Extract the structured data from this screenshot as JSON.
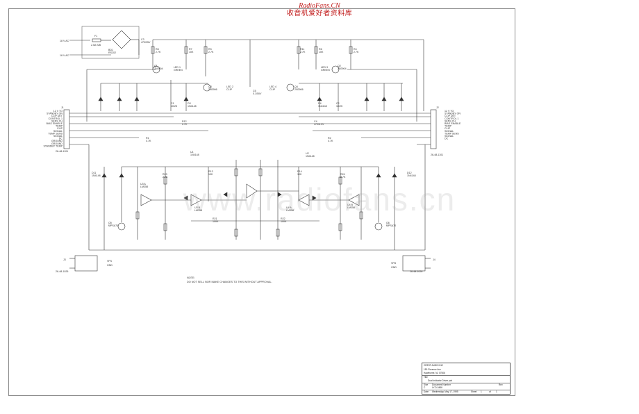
{
  "header": {
    "brand": "RadioFans.CN",
    "brand_cn": "收音机爱好者资料库"
  },
  "watermark": "www.radiofans.cn",
  "power_inputs": {
    "in1": "18 V AC",
    "in2": "18 V AC",
    "fuse": "F1",
    "fuse_value": "2.5A S/B",
    "bridge": "BD1",
    "bridge_part": "RS202",
    "cap": "C3",
    "cap_value": "470/35V"
  },
  "components": [
    {
      "ref": "R8",
      "val": "2.7K"
    },
    {
      "ref": "R7",
      "val": "10K"
    },
    {
      "ref": "R3",
      "val": "2.7K"
    },
    {
      "ref": "Q1",
      "val": "2N3904"
    },
    {
      "ref": "LED 1",
      "val": "GREEN"
    },
    {
      "ref": "Q3",
      "val": "2N3906"
    },
    {
      "ref": "LED 2",
      "val": "CLIP"
    },
    {
      "ref": "C1",
      "val": "10/25"
    },
    {
      "ref": "D3",
      "val": "1N4148"
    },
    {
      "ref": "C5",
      "val": "0.1/50V"
    },
    {
      "ref": "R11",
      "val": "2.7K"
    },
    {
      "ref": "R6",
      "val": "10K"
    },
    {
      "ref": "R4",
      "val": "2.7K"
    },
    {
      "ref": "Q2",
      "val": "2N3904"
    },
    {
      "ref": "LED 3",
      "val": "GREEN"
    },
    {
      "ref": "Q4",
      "val": "2N3906"
    },
    {
      "ref": "LED 4",
      "val": "CLIP"
    },
    {
      "ref": "C2",
      "val": "10/25"
    },
    {
      "ref": "D4",
      "val": "1N4148"
    },
    {
      "ref": "R1",
      "val": "4.7K"
    },
    {
      "ref": "R2",
      "val": "4.7K"
    },
    {
      "ref": "R12",
      "val": "2.7K"
    },
    {
      "ref": "C4",
      "val": "470/6.3V"
    },
    {
      "ref": "U1",
      "val": "1N4148"
    },
    {
      "ref": "U2",
      "val": "1N4148"
    },
    {
      "ref": "R13",
      "val": "10K"
    },
    {
      "ref": "R14",
      "val": "10K"
    },
    {
      "ref": "U3 A",
      "val": "LM358"
    },
    {
      "ref": "U3 B",
      "val": "LM358"
    },
    {
      "ref": "U4 A",
      "val": "LM358"
    },
    {
      "ref": "U4 B",
      "val": "LM358"
    },
    {
      "ref": "Q5",
      "val": "MPSA70"
    },
    {
      "ref": "Q6",
      "val": "MPSA70"
    },
    {
      "ref": "R21",
      "val": "100K"
    },
    {
      "ref": "R22",
      "val": "100K"
    },
    {
      "ref": "R23",
      "val": "2.7K"
    },
    {
      "ref": "R24",
      "val": "2.7K"
    },
    {
      "ref": "D11",
      "val": "1N4148"
    },
    {
      "ref": "D12",
      "val": "1N4148"
    }
  ],
  "connectors": {
    "j1": {
      "ref": "J1",
      "part": "26-48-1101",
      "pins": [
        "12 V TO",
        "STANDBY ON",
        "CLIP DET",
        "CONTROL 1",
        "SENS CH",
        "BIAS ENABLE",
        "TEMP",
        "CLIP",
        "SIGNAL",
        "TEMP SENS",
        "SIGNAL",
        "DC",
        "GROUND",
        "GROUND",
        "STANDBY TEMP"
      ]
    },
    "j2": {
      "ref": "J2",
      "part": "26-48-1101",
      "pins": [
        "12 V TO",
        "STANDBY ON",
        "CLIP DET",
        "CONTROL 1",
        "SENS CH",
        "BIAS ENABLE",
        "TEMP",
        "CLIP",
        "SIGNAL",
        "TEMP SENS",
        "SIGNAL",
        "DC"
      ]
    },
    "j3": {
      "ref": "J3",
      "part": "26-48-1026",
      "net": "VFS",
      "label": "GND"
    },
    "j4": {
      "ref": "J4",
      "part": "26-48-1026",
      "net": "VFB",
      "label": "GND"
    }
  },
  "note": {
    "label": "NOTE:",
    "text": "DO NOT SELL NOR MAKE CHANGES TO THIS WITHOUT APPROVAL."
  },
  "title_block": {
    "company": "CREST AUDIO INC",
    "address": "150 Florence Ave",
    "city": "Hawthorne, NJ 07506",
    "title_label": "Title",
    "title": "Dual Indicator Driver pcb",
    "size_label": "Size",
    "size": "C",
    "doc_label": "Document Number",
    "doc": "LY-D-0456",
    "rev_label": "Rev",
    "date_label": "Date:",
    "date": "Wednesday, May 17, 1995",
    "sheet_label": "Sheet",
    "sheet": "1",
    "of_label": "of",
    "of": "1"
  }
}
